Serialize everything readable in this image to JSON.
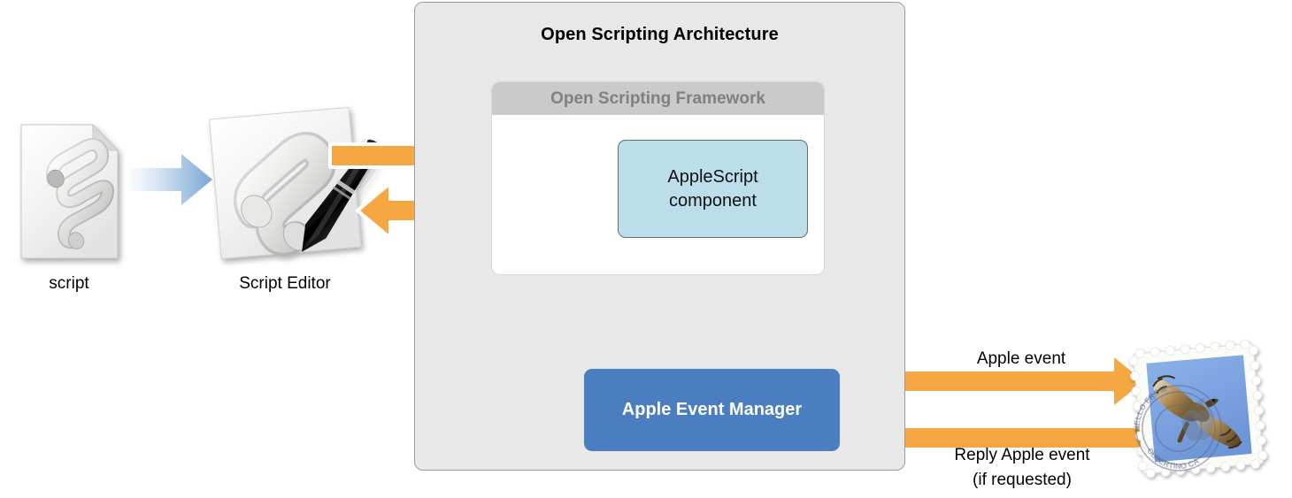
{
  "diagram": {
    "title": "Open Scripting Architecture",
    "colors": {
      "arrow_orange": "#f5a742",
      "arrow_outline": "#ffffff",
      "arrow_blue_start": "#f2f7fc",
      "arrow_blue_end": "#7ba7d7",
      "container_gray": "#e7e8e7",
      "container_border": "#9a9a9a",
      "framework_header": "#cacaca",
      "framework_header_text": "#808080",
      "framework_body": "#ffffff",
      "applescript_fill": "#bcdeea",
      "applescript_border": "#6e6e6e",
      "aem_fill": "#4a7ec0",
      "aem_text": "#ffffff",
      "text_black": "#000000"
    }
  },
  "container": {
    "label": "Open Scripting Architecture"
  },
  "framework": {
    "header_label": "Open Scripting Framework"
  },
  "applescript": {
    "line1": "AppleScript",
    "line2": "component"
  },
  "apple_event_manager": {
    "label": "Apple Event Manager"
  },
  "left_icons": [
    {
      "id": "script",
      "label": "script",
      "icon": "script-document-icon"
    },
    {
      "id": "script-editor",
      "label": "Script Editor",
      "icon": "script-editor-icon"
    }
  ],
  "right_icon": {
    "id": "mail",
    "icon": "mail-stamp-icon",
    "stamp_text_top": "HELLO FROM",
    "stamp_text_bottom": "CUPERTINO CA"
  },
  "arrows": [
    {
      "id": "script-to-editor",
      "style": "blue-gradient",
      "direction": "right",
      "label": ""
    },
    {
      "id": "editor-to-framework",
      "style": "orange",
      "direction": "right",
      "label": ""
    },
    {
      "id": "framework-to-editor",
      "style": "orange",
      "direction": "left",
      "label": ""
    },
    {
      "id": "applescript-to-aem",
      "style": "orange",
      "direction": "down",
      "label": ""
    },
    {
      "id": "aem-to-applescript",
      "style": "orange",
      "direction": "up",
      "label": ""
    },
    {
      "id": "aem-to-mail",
      "style": "orange",
      "direction": "right",
      "label": "Apple event"
    },
    {
      "id": "mail-to-aem",
      "style": "orange",
      "direction": "left",
      "label_line1": "Reply Apple event",
      "label_line2": "(if requested)"
    }
  ],
  "labels": {
    "apple_event": "Apple event",
    "reply_apple_event": "Reply Apple event",
    "if_requested": "(if requested)"
  }
}
